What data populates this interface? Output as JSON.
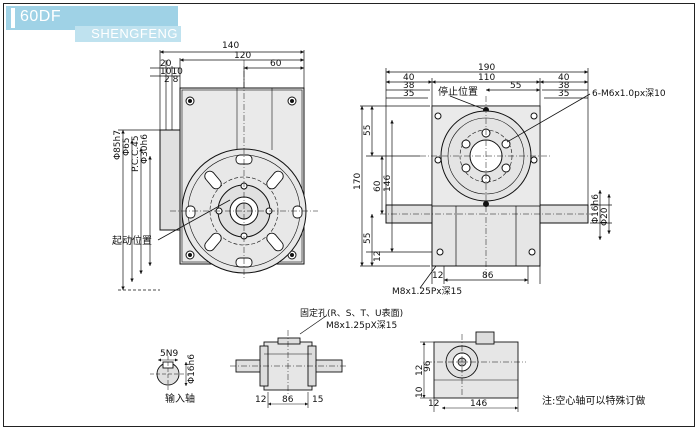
{
  "header": {
    "model": "60DF",
    "brand": "SHENGFENG",
    "accent_color": "#9fd2e6"
  },
  "left_view": {
    "dims": {
      "total_width": "140",
      "body_width": "120",
      "center_offset": "60",
      "d10_10": "1010",
      "d2_8": "2 8",
      "d20": "20"
    },
    "diameters": {
      "d1": "Φ85h7",
      "d2": "Φ65",
      "pcd": "P.C.C.45",
      "d4": "Φ30h6"
    },
    "start_position_label": "起动位置"
  },
  "right_view": {
    "dims": {
      "total_width": "190",
      "inner_width": "110",
      "left_40": "40",
      "left_38": "38",
      "left_35": "35",
      "right_40": "40",
      "right_38": "38",
      "right_35": "35",
      "top_55": "55",
      "height_170": "170",
      "h60": "60",
      "h146": "146",
      "h55": "55",
      "h12": "12",
      "bottom_12": "12",
      "bottom_86": "86"
    },
    "stop_position_label": "停止位置",
    "thread_note": "6-M6x1.0px深10",
    "bottom_thread_note": "M8x1.25Px深15",
    "shaft_d1": "Φ16h6",
    "shaft_d2": "Φ20"
  },
  "bottom_views": {
    "fixing_holes_label": "固定孔(R、S、T、U表面)",
    "fixing_thread": "M8x1.25pX深15",
    "shaft_detail": {
      "key": "5N9",
      "diameter": "Φ16h6",
      "label": "输入轴"
    },
    "front": {
      "d12": "12",
      "d86": "86",
      "d15": "15"
    },
    "side": {
      "d12_left": "12",
      "d96": "96",
      "d10": "10",
      "d12_bottom": "12",
      "d146": "146"
    },
    "note": "注:空心轴可以特殊订做"
  }
}
